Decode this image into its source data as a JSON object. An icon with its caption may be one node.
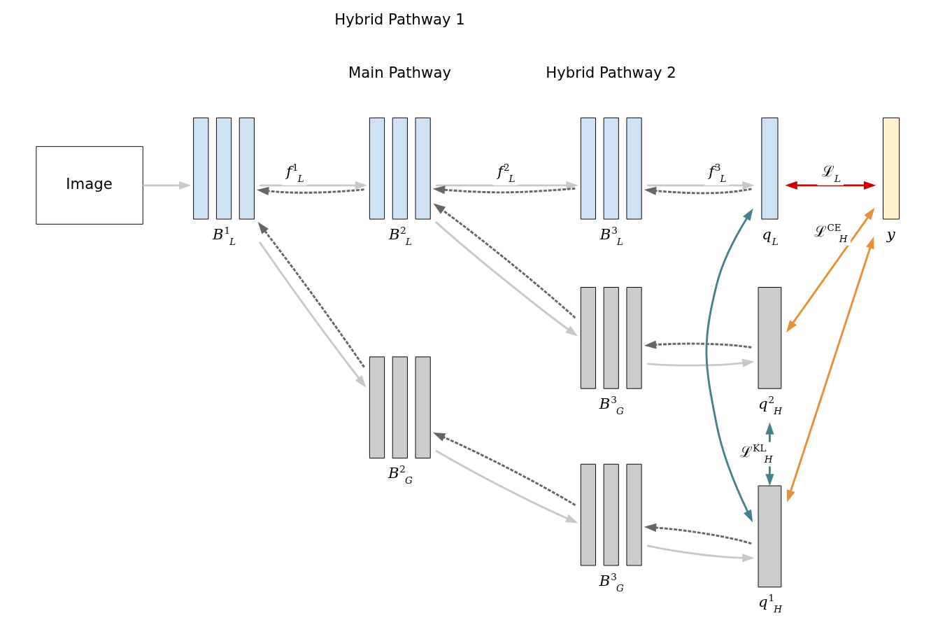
{
  "diagram": {
    "nodes": [
      {
        "text": [
          "Image"
        ]
      },
      {
        "text": [
          "*B*$^{1}$$_{L}$"
        ]
      },
      {
        "text": [
          "*B*$^{2}$$_{L}$"
        ]
      },
      {
        "text": [
          "*B*$^{3}$$_{L}$"
        ]
      },
      {
        "text": [
          "*q*$_{L}$"
        ]
      },
      {
        "text": [
          "*y*"
        ]
      },
      {
        "text": [
          "*B*$^{3}$$_{G}$"
        ]
      },
      {
        "text": [
          "*q*$^{2}$$_{H}$"
        ]
      },
      {
        "text": [
          "*B*$^{2}$$_{G}$"
        ]
      },
      {
        "text": [
          "*B*$^{3}$$_{G}$"
        ]
      },
      {
        "text": [
          "*q*$^{1}$$_{H}$"
        ]
      }
    ],
    "edges": [
      {
        "from": 0,
        "to": 1,
        "arrow": "to"
      },
      {
        "from": 1,
        "to": 2,
        "arrow": "to",
        "label": "*f*$^{1}$$_{L}$"
      },
      {
        "from": 2,
        "to": 3,
        "arrow": "to",
        "label": "*f*$^{2}$$_{L}$"
      },
      {
        "from": 3,
        "to": 4,
        "arrow": "to",
        "label": "*f*$^{3}$$_{L}$"
      },
      {
        "from": 4,
        "to": 3,
        "arrow": "to",
        "style": "dashed",
        "color": "#666666"
      },
      {
        "from": 3,
        "to": 2,
        "arrow": "to",
        "style": "dashed",
        "color": "#666666"
      },
      {
        "from": 2,
        "to": 1,
        "arrow": "to",
        "style": "dashed",
        "color": "#666666"
      },
      {
        "from": 4,
        "to": 5,
        "arrow": "both",
        "color": "#cc0000",
        "label": "ℒ$_{L}$"
      },
      {
        "from": 1,
        "to": 8,
        "arrow": "to"
      },
      {
        "from": 8,
        "to": 1,
        "arrow": "to",
        "style": "dashed",
        "color": "#666666"
      },
      {
        "from": 2,
        "to": 6,
        "arrow": "to"
      },
      {
        "from": 6,
        "to": 2,
        "arrow": "to",
        "style": "dashed",
        "color": "#666666"
      },
      {
        "from": 6,
        "to": 7,
        "arrow": "to"
      },
      {
        "from": 7,
        "to": 6,
        "arrow": "to",
        "style": "dashed",
        "color": "#666666"
      },
      {
        "from": 8,
        "to": 9,
        "arrow": "to"
      },
      {
        "from": 9,
        "to": 8,
        "arrow": "to",
        "style": "dashed",
        "color": "#666666"
      },
      {
        "from": 9,
        "to": 10,
        "arrow": "to"
      },
      {
        "from": 10,
        "to": 9,
        "arrow": "to",
        "style": "dashed",
        "color": "#666666"
      },
      {
        "from": 10,
        "to": 4,
        "arrow": "both",
        "color": "#45818e"
      },
      {
        "from": 10,
        "to": 7,
        "arrow": "both",
        "color": "#45818e",
        "label": "ℒ$^{KL}$$_{H}$"
      },
      {
        "from": 10,
        "to": 5,
        "arrow": "both",
        "color": "#e69138"
      },
      {
        "from": 7,
        "to": 5,
        "arrow": "both",
        "color": "#e69138",
        "label": "ℒ$^{CE}$$_{H}$"
      }
    ],
    "labels": [
      "Main Pathway",
      "Hybrid Pathway 2",
      "Hybrid Pathway 1"
    ]
  }
}
